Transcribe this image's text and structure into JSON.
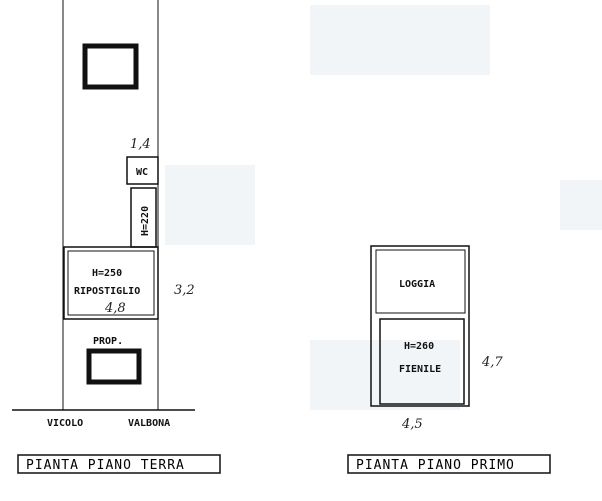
{
  "ground_floor": {
    "title": "PIANTA PIANO TERRA",
    "rooms": {
      "wc": "WC",
      "corridor_height": "H=220",
      "storage_height": "H=250",
      "storage_name": "RIPOSTIGLIO"
    },
    "owner_label": "PROP.",
    "street_left": "VICOLO",
    "street_right": "VALBONA",
    "handwritten": {
      "top": "1,4",
      "side": "3,2",
      "room": "4,8"
    }
  },
  "first_floor": {
    "title": "PIANTA PIANO PRIMO",
    "rooms": {
      "loggia": "LOGGIA",
      "barn_height": "H=260",
      "barn_name": "FIENILE"
    },
    "handwritten": {
      "side": "4,7",
      "bottom": "4,5"
    }
  }
}
